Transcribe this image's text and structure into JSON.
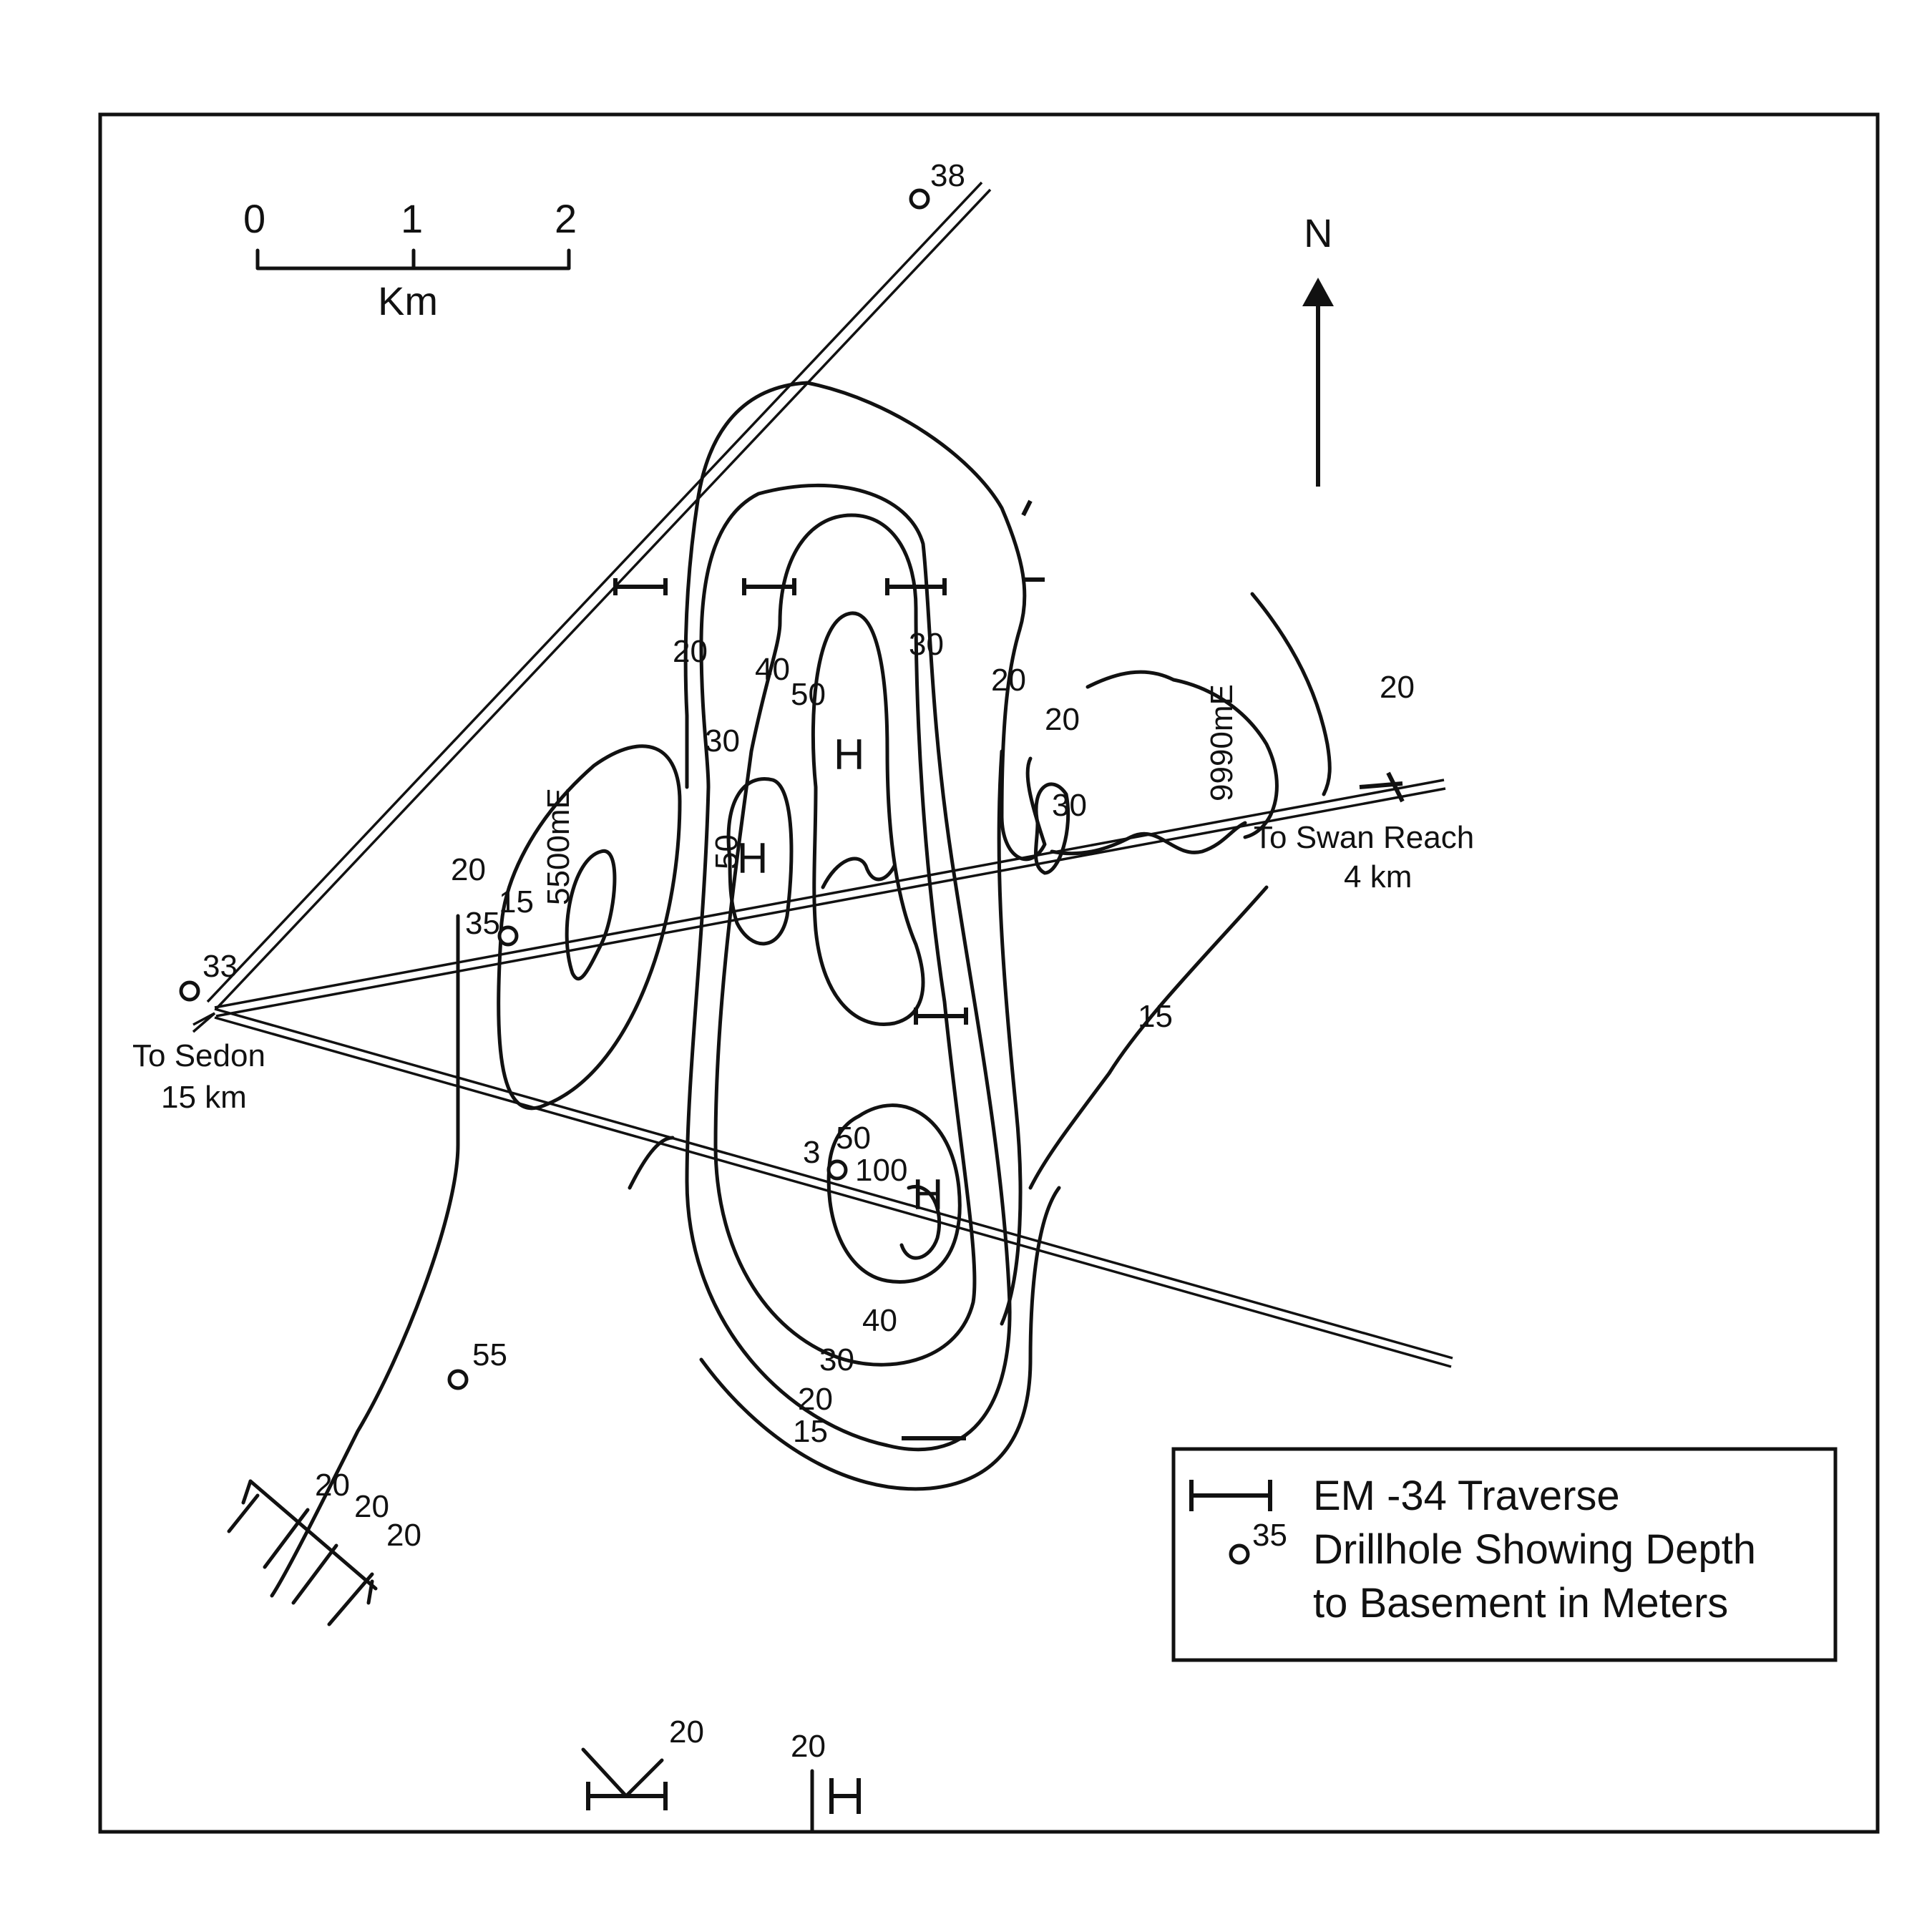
{
  "scale_bar": {
    "ticks": [
      "0",
      "1",
      "2"
    ],
    "unit": "Km"
  },
  "north_arrow": {
    "label": "N"
  },
  "places": {
    "sedon": [
      "To Sedon",
      "15 km"
    ],
    "swan_reach": [
      "To Swan Reach",
      "4 km"
    ]
  },
  "grid_labels": {
    "e5500": "5500mE",
    "e9990": "9990mE"
  },
  "highs": {
    "h1": "H",
    "h2": "H",
    "h3": "H"
  },
  "contour_labels": {
    "c1": "20",
    "c2": "40",
    "c3": "50",
    "c4": "30",
    "c5": "20",
    "c6": "20",
    "c7": "30",
    "c8": "30",
    "c9": "20",
    "c10": "20",
    "c11": "15",
    "c12": "50",
    "c13": "15",
    "c14": "50",
    "c15": "100",
    "c16": "40",
    "c17": "30",
    "c18": "20",
    "c19": "15",
    "c20": "20",
    "c21": "20",
    "c22": "20",
    "c23": "20",
    "c24": "20"
  },
  "drillholes": {
    "d38": "38",
    "d33": "33",
    "d35": "35",
    "d3": "3",
    "d55": "55"
  },
  "legend": {
    "traverse": "EM -34 Traverse",
    "drillhole_value": "35",
    "drillhole_line1": "Drillhole Showing Depth",
    "drillhole_line2": "to Basement in Meters"
  }
}
